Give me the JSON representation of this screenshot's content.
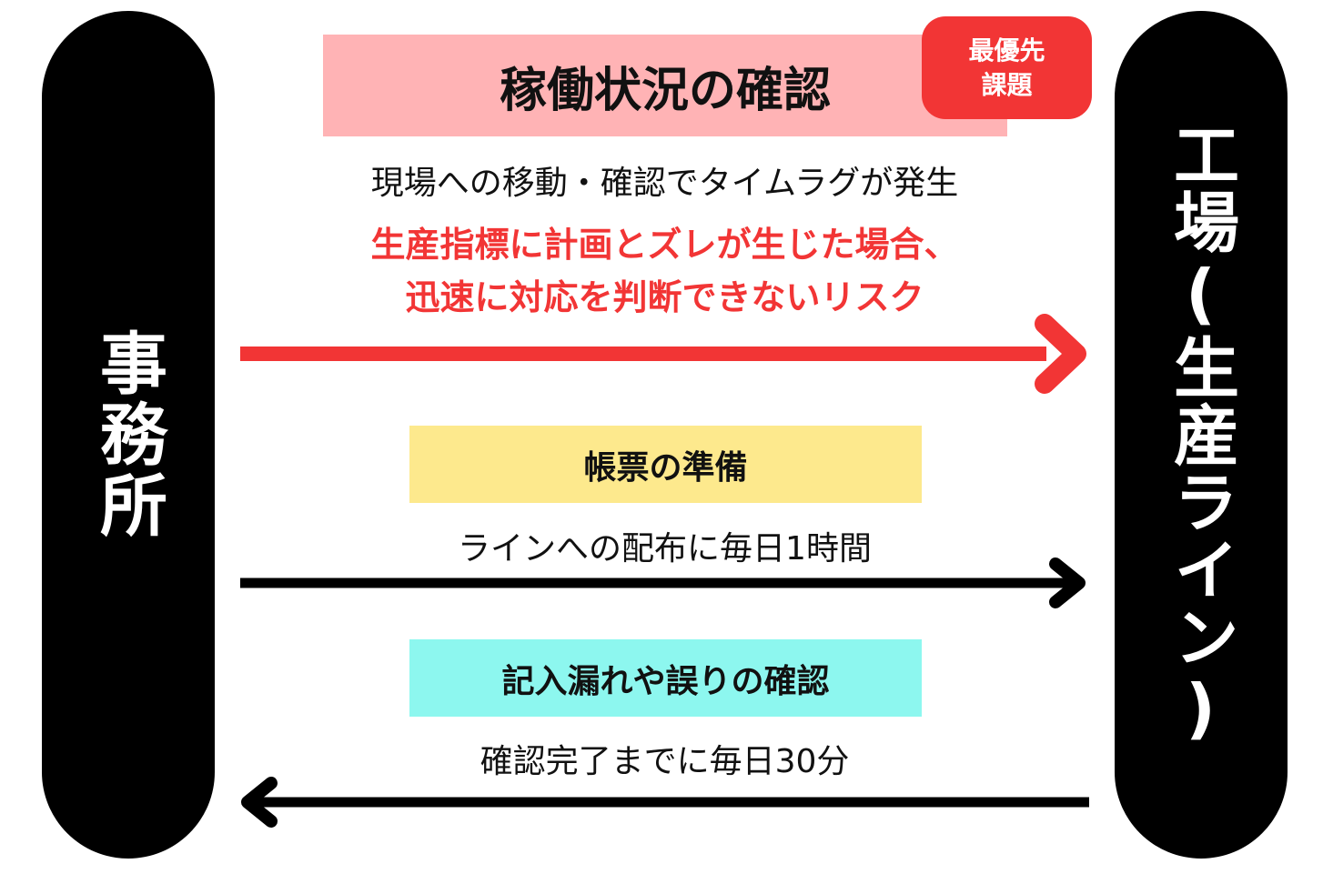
{
  "office": {
    "label": "事務所"
  },
  "factory": {
    "label": "工場(生産ライン)"
  },
  "status_check": {
    "title": "稼働状況の確認",
    "badge_line1": "最優先",
    "badge_line2": "課題",
    "description": "現場への移動・確認でタイムラグが発生",
    "risk_line1": "生産指標に計画とズレが生じた場合、",
    "risk_line2": "迅速に対応を判断できないリスク"
  },
  "form_prep": {
    "title": "帳票の準備",
    "description": "ラインへの配布に毎日1時間"
  },
  "entry_check": {
    "title": "記入漏れや誤りの確認",
    "description": "確認完了までに毎日30分"
  },
  "colors": {
    "pill": "#000000",
    "main_box": "#ffb3b5",
    "badge": "#f23535",
    "risk_text": "#f23535",
    "red_arrow": "#f23535",
    "prep_box": "#fde98d",
    "check_box": "#8df7ef",
    "black_arrow": "#000000"
  },
  "arrows": [
    {
      "name": "status-arrow",
      "direction": "to-factory",
      "color": "red"
    },
    {
      "name": "form-prep-arrow",
      "direction": "to-factory",
      "color": "black"
    },
    {
      "name": "entry-check-arrow",
      "direction": "to-office",
      "color": "black"
    }
  ]
}
